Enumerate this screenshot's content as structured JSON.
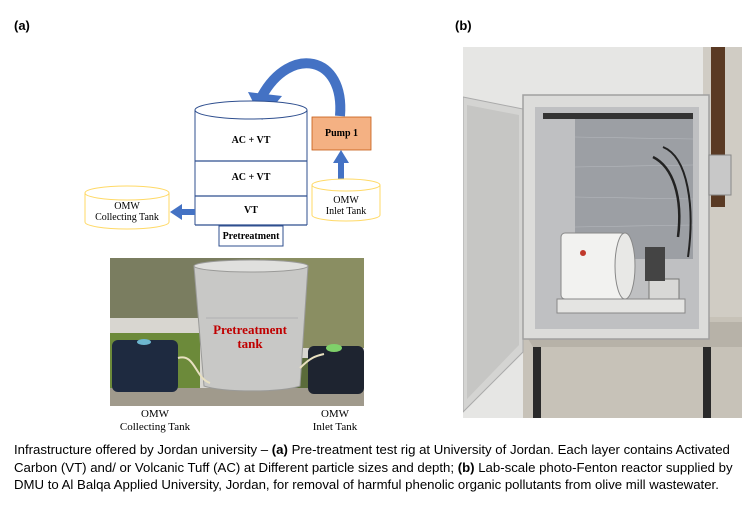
{
  "panel_a": {
    "label": "(a)",
    "diagram": {
      "layers": [
        "AC + VT",
        "AC + VT",
        "VT"
      ],
      "pretreatment_label": "Pretreatment",
      "pump_label": "Pump 1",
      "inlet_tank": [
        "OMW",
        "Inlet Tank"
      ],
      "collecting_tank": [
        "OMW",
        "Collecting Tank"
      ]
    },
    "photo": {
      "tank_label": [
        "Pretreatment",
        "tank"
      ],
      "collecting_label": [
        "OMW",
        "Collecting Tank"
      ],
      "inlet_label": [
        "OMW",
        "Inlet Tank"
      ]
    }
  },
  "panel_b": {
    "label": "(b)"
  },
  "caption": {
    "intro": "Infrastructure offered by Jordan university – ",
    "a_tag": "(a)",
    "a_text": " Pre-treatment test rig at University of Jordan. Each layer contains Activated Carbon (VT) and/ or Volcanic Tuff (AC) at Different particle sizes and depth; ",
    "b_tag": "(b)",
    "b_text": " Lab-scale photo-Fenton reactor supplied by DMU to Al Balqa Applied University, Jordan, for removal of harmful phenolic organic pollutants from olive mill wastewater."
  },
  "colors": {
    "arrow": "#4472c4",
    "pump_fill": "#f4b183",
    "tank_outline": "#ffd966",
    "layer_outline": "#2f4f8f"
  }
}
